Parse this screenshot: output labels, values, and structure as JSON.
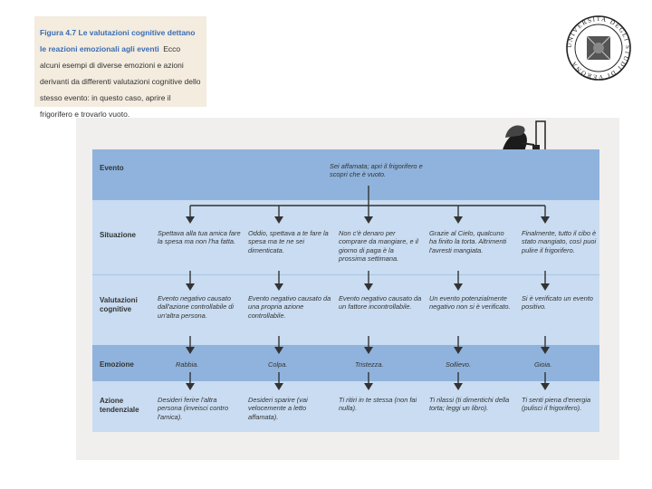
{
  "caption": {
    "title": "Figura 4.7 Le valutazioni cognitive dettano le reazioni emozionali agli eventi",
    "body": "Ecco alcuni esempi di diverse emozioni e azioni derivanti da differenti valutazioni cognitive dello stesso evento: in questo caso, aprire il frigorifero e trovarlo vuoto."
  },
  "seal": {
    "text": "UNIVERSITA DEGLI STUDI DI VERONA"
  },
  "table": {
    "event": {
      "label": "Evento",
      "text": "Sei affamata; apri il frigorifero e scopri che è vuoto."
    },
    "rows": [
      {
        "label": "Situazione",
        "cells": [
          "Spettava alla tua amica fare la spesa ma non l'ha fatta.",
          "Oddio, spettava a te fare la spesa ma te ne sei dimenticata.",
          "Non c'è denaro per comprare da mangiare, e il giorno di paga è la prossima settimana.",
          "Grazie al Cielo, qualcuno ha finito la torta. Altrimenti l'avresti mangiata.",
          "Finalmente, tutto il cibo è stato mangiato, così puoi pulire il frigorifero."
        ]
      },
      {
        "label": "Valutazioni cognitive",
        "cells": [
          "Evento negativo causato dall'azione controllabile di un'altra persona.",
          "Evento negativo causato da una propria azione controllabile.",
          "Evento negativo causato da un fattore incontrollabile.",
          "Un evento potenzialmente negativo non si è verificato.",
          "Si è verificato un evento positivo."
        ]
      },
      {
        "label": "Emozione",
        "cells": [
          "Rabbia.",
          "Colpa.",
          "Tristezza.",
          "Sollievo.",
          "Gioia."
        ]
      },
      {
        "label": "Azione tendenziale",
        "cells": [
          "Desideri ferire l'altra persona (inveisci contro l'amica).",
          "Desideri sparire (vai velocemente a letto affamata).",
          "Ti ritiri in te stessa (non fai nulla).",
          "Ti rilassi (ti dimentichi della torta; leggi un libro).",
          "Ti senti piena d'energia (pulisci il frigorifero)."
        ]
      }
    ]
  },
  "colors": {
    "band_dark": "#8fb3dc",
    "band_light": "#c9dcf1",
    "caption_title": "#3a6db3"
  }
}
